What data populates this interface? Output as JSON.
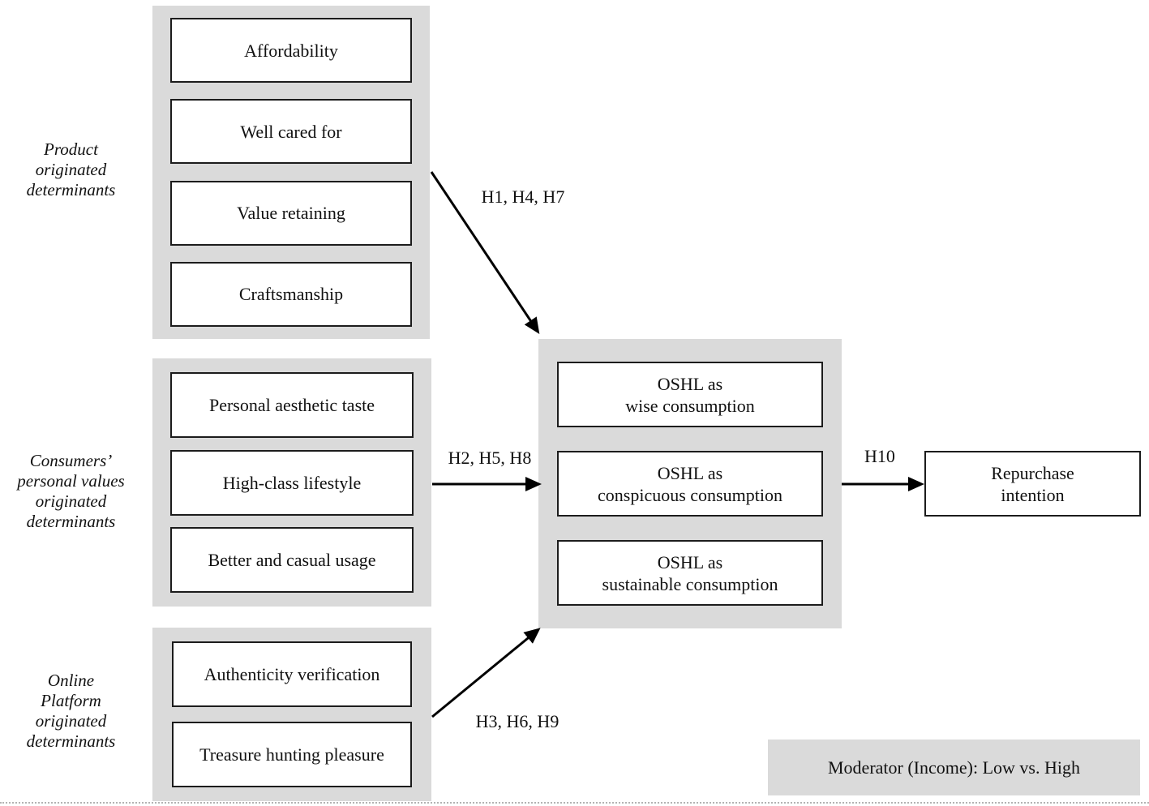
{
  "diagram": {
    "group_labels": {
      "product": "Product\noriginated\ndeterminants",
      "values": "Consumers’\npersonal values\noriginated\ndeterminants",
      "platform": "Online\nPlatform\noriginated\ndeterminants"
    },
    "groups": {
      "product": {
        "boxes": [
          "Affordability",
          "Well cared for",
          "Value retaining",
          "Craftsmanship"
        ]
      },
      "values": {
        "boxes": [
          "Personal aesthetic taste",
          "High-class lifestyle",
          "Better and casual usage"
        ]
      },
      "platform": {
        "boxes": [
          "Authenticity verification",
          "Treasure hunting pleasure"
        ]
      }
    },
    "mediators": {
      "boxes": [
        "OSHL as\nwise consumption",
        "OSHL as\nconspicuous consumption",
        "OSHL as\nsustainable consumption"
      ]
    },
    "outcome": "Repurchase\nintention",
    "hypotheses": {
      "product_to_oshl": "H1, H4, H7",
      "values_to_oshl": "H2, H5, H8",
      "platform_to_oshl": "H3, H6, H9",
      "oshl_to_repurchase": "H10"
    },
    "moderator": "Moderator (Income): Low vs. High",
    "colors": {
      "container_bg": "#dadada",
      "box_border": "#1c1c1c",
      "arrow": "#000000"
    }
  }
}
